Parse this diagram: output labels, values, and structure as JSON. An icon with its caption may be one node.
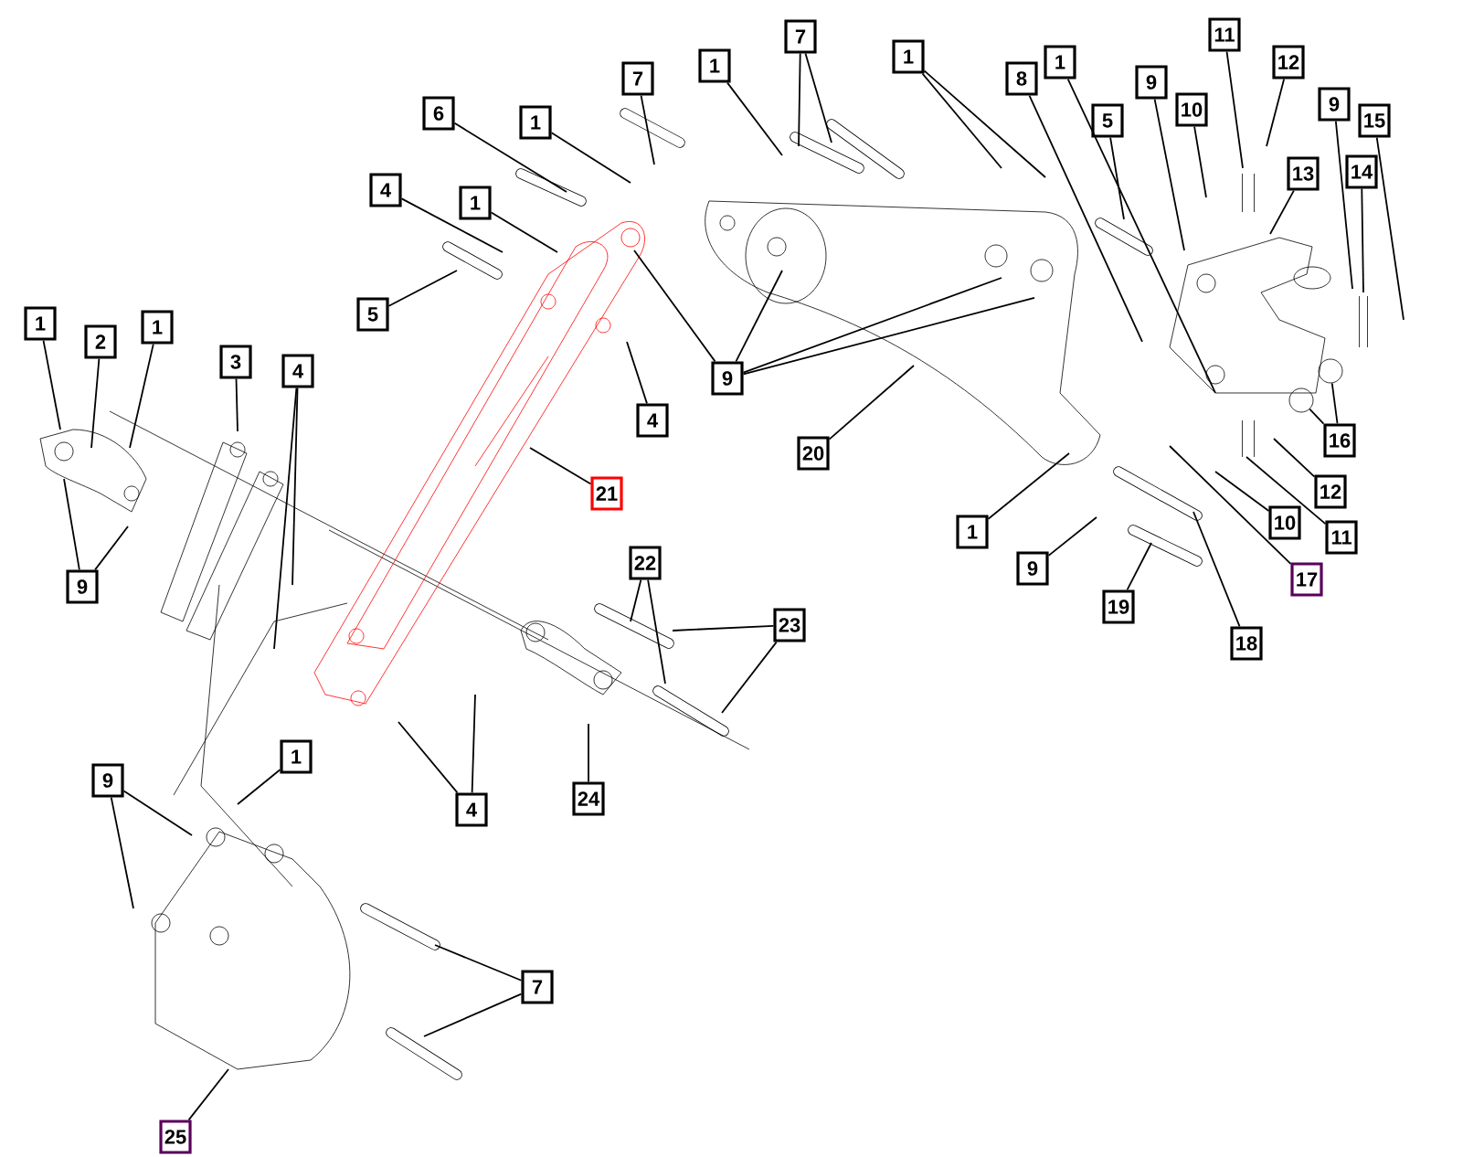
{
  "diagram": {
    "nodes": [
      {
        "text": [
          "1"
        ]
      },
      {
        "text": [
          "2"
        ]
      },
      {
        "text": [
          "1"
        ]
      },
      {
        "text": [
          "9"
        ]
      },
      {
        "text": [
          "3"
        ]
      },
      {
        "text": [
          "4"
        ]
      },
      {
        "text": [
          "6"
        ]
      },
      {
        "text": [
          "1"
        ]
      },
      {
        "text": [
          "7"
        ]
      },
      {
        "text": [
          "4"
        ]
      },
      {
        "text": [
          "1"
        ]
      },
      {
        "text": [
          "5"
        ]
      },
      {
        "text": [
          "9"
        ]
      },
      {
        "text": [
          "4"
        ]
      },
      {
        "text": [
          "21"
        ]
      },
      {
        "text": [
          "1"
        ]
      },
      {
        "text": [
          "7"
        ]
      },
      {
        "text": [
          "1"
        ]
      },
      {
        "text": [
          "8"
        ]
      },
      {
        "text": [
          "1"
        ]
      },
      {
        "text": [
          "5"
        ]
      },
      {
        "text": [
          "9"
        ]
      },
      {
        "text": [
          "10"
        ]
      },
      {
        "text": [
          "11"
        ]
      },
      {
        "text": [
          "12"
        ]
      },
      {
        "text": [
          "13"
        ]
      },
      {
        "text": [
          "9"
        ]
      },
      {
        "text": [
          "15"
        ]
      },
      {
        "text": [
          "14"
        ]
      },
      {
        "text": [
          "16"
        ]
      },
      {
        "text": [
          "12"
        ]
      },
      {
        "text": [
          "10"
        ]
      },
      {
        "text": [
          "11"
        ]
      },
      {
        "text": [
          "17"
        ]
      },
      {
        "text": [
          "18"
        ]
      },
      {
        "text": [
          "19"
        ]
      },
      {
        "text": [
          "9"
        ]
      },
      {
        "text": [
          "1"
        ]
      },
      {
        "text": [
          "20"
        ]
      },
      {
        "text": [
          "22"
        ]
      },
      {
        "text": [
          "23"
        ]
      },
      {
        "text": [
          "24"
        ]
      },
      {
        "text": [
          "4"
        ]
      },
      {
        "text": [
          "1"
        ]
      },
      {
        "text": [
          "9"
        ]
      },
      {
        "text": [
          "7"
        ]
      },
      {
        "text": [
          "25"
        ]
      },
      {
        "text": [],
        "shape": "circle"
      },
      {
        "text": [],
        "shape": "circle"
      }
    ],
    "edges": [
      {
        "from": 0,
        "to": null,
        "arrow": "none"
      },
      {
        "from": 1,
        "to": null,
        "arrow": "none"
      },
      {
        "from": 2,
        "to": null,
        "arrow": "none"
      },
      {
        "from": 3,
        "to": null,
        "arrow": "none"
      },
      {
        "from": 3,
        "to": null,
        "arrow": "none"
      },
      {
        "from": 4,
        "to": null,
        "arrow": "none"
      },
      {
        "from": 5,
        "to": null,
        "arrow": "none"
      },
      {
        "from": 5,
        "to": null,
        "arrow": "none"
      },
      {
        "from": 6,
        "to": null,
        "arrow": "none"
      },
      {
        "from": 7,
        "to": null,
        "arrow": "none"
      },
      {
        "from": 8,
        "to": null,
        "arrow": "none"
      },
      {
        "from": 9,
        "to": null,
        "arrow": "none"
      },
      {
        "from": 10,
        "to": null,
        "arrow": "none"
      },
      {
        "from": 11,
        "to": null,
        "arrow": "none"
      },
      {
        "from": 12,
        "to": null,
        "arrow": "none"
      },
      {
        "from": 12,
        "to": null,
        "arrow": "none"
      },
      {
        "from": 12,
        "to": null,
        "arrow": "none"
      },
      {
        "from": 12,
        "to": null,
        "arrow": "none"
      },
      {
        "from": 13,
        "to": null,
        "arrow": "none"
      },
      {
        "from": 14,
        "to": null,
        "arrow": "none"
      },
      {
        "from": 15,
        "to": null,
        "arrow": "none"
      },
      {
        "from": 16,
        "to": null,
        "arrow": "none"
      },
      {
        "from": 16,
        "to": null,
        "arrow": "none"
      },
      {
        "from": 17,
        "to": null,
        "arrow": "none"
      },
      {
        "from": 17,
        "to": null,
        "arrow": "none"
      },
      {
        "from": 18,
        "to": null,
        "arrow": "none"
      },
      {
        "from": 19,
        "to": null,
        "arrow": "none"
      },
      {
        "from": 20,
        "to": null,
        "arrow": "none"
      },
      {
        "from": 21,
        "to": null,
        "arrow": "none"
      },
      {
        "from": 22,
        "to": null,
        "arrow": "none"
      },
      {
        "from": 23,
        "to": null,
        "arrow": "none"
      },
      {
        "from": 24,
        "to": null,
        "arrow": "none"
      },
      {
        "from": 25,
        "to": null,
        "arrow": "none"
      },
      {
        "from": 26,
        "to": null,
        "arrow": "none"
      },
      {
        "from": 27,
        "to": null,
        "arrow": "none"
      },
      {
        "from": 28,
        "to": null,
        "arrow": "none"
      },
      {
        "from": 29,
        "to": 47,
        "arrow": "none"
      },
      {
        "from": 29,
        "to": 48,
        "arrow": "none"
      },
      {
        "from": 30,
        "to": null,
        "arrow": "none"
      },
      {
        "from": 31,
        "to": null,
        "arrow": "none"
      },
      {
        "from": 32,
        "to": null,
        "arrow": "none"
      },
      {
        "from": 33,
        "to": null,
        "arrow": "none"
      },
      {
        "from": 34,
        "to": null,
        "arrow": "none"
      },
      {
        "from": 35,
        "to": null,
        "arrow": "none"
      },
      {
        "from": 36,
        "to": null,
        "arrow": "none"
      },
      {
        "from": 37,
        "to": null,
        "arrow": "none"
      },
      {
        "from": 38,
        "to": null,
        "arrow": "none"
      },
      {
        "from": 39,
        "to": null,
        "arrow": "none"
      },
      {
        "from": 39,
        "to": null,
        "arrow": "none"
      },
      {
        "from": 40,
        "to": null,
        "arrow": "none"
      },
      {
        "from": 40,
        "to": null,
        "arrow": "none"
      },
      {
        "from": 41,
        "to": null,
        "arrow": "none"
      },
      {
        "from": 42,
        "to": null,
        "arrow": "none"
      },
      {
        "from": 42,
        "to": null,
        "arrow": "none"
      },
      {
        "from": 43,
        "to": null,
        "arrow": "none"
      },
      {
        "from": 44,
        "to": null,
        "arrow": "none"
      },
      {
        "from": 44,
        "to": null,
        "arrow": "none"
      },
      {
        "from": 45,
        "to": null,
        "arrow": "none"
      },
      {
        "from": 45,
        "to": null,
        "arrow": "none"
      },
      {
        "from": 46,
        "to": null,
        "arrow": "none"
      }
    ]
  }
}
